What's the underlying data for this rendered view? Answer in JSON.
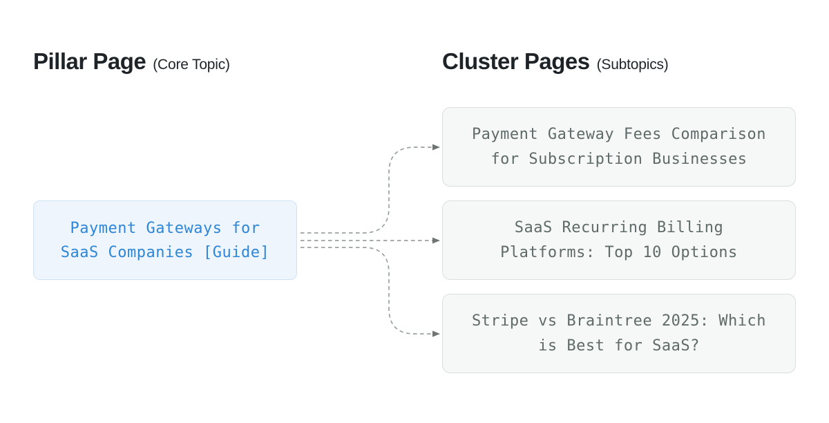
{
  "page": {
    "background_color": "#ffffff"
  },
  "headers": {
    "pillar": {
      "title": "Pillar Page",
      "subtitle": "(Core Topic)"
    },
    "cluster": {
      "title": "Cluster Pages",
      "subtitle": "(Subtopics)"
    }
  },
  "pillar_card": {
    "lines": [
      "Payment Gateways for",
      "SaaS Companies [Guide]"
    ],
    "text_color": "#2e86d8",
    "background_color": "#eef5fc",
    "border_color": "#cfe2f4"
  },
  "cluster_cards": [
    {
      "lines": [
        "Payment Gateway Fees Comparison",
        "for Subscription Businesses"
      ]
    },
    {
      "lines": [
        "SaaS Recurring Billing",
        "Platforms: Top 10 Options"
      ]
    },
    {
      "lines": [
        "Stripe vs Braintree 2025: Which",
        "is Best for SaaS?"
      ]
    }
  ],
  "cluster_card_style": {
    "text_color": "#5f6b68",
    "background_color": "#f6f7f7",
    "border_color": "#dadedd"
  },
  "connectors": {
    "line_style": "dashed",
    "line_color": "#9aa0a0",
    "arrow_color": "#6f7575",
    "count": 3
  }
}
